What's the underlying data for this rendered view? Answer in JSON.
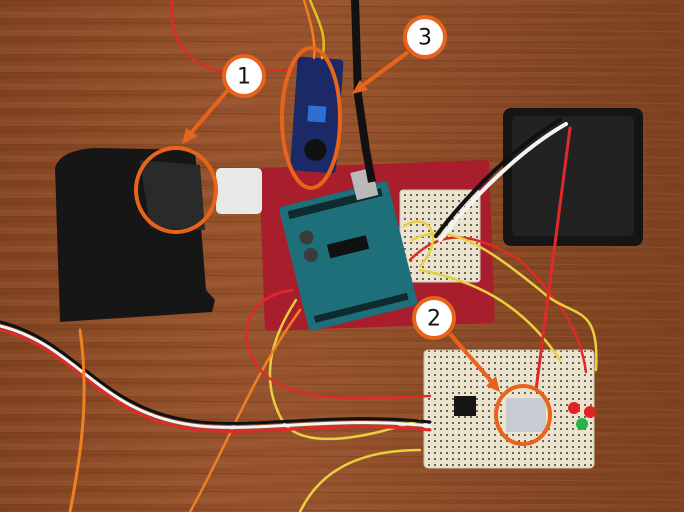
{
  "annotations": [
    {
      "label": "1"
    },
    {
      "label": "2"
    },
    {
      "label": "3"
    }
  ],
  "colors": {
    "annotation": "#e8641c",
    "wood": "#8a4a22",
    "arduino": "#1d6f7a",
    "breadboard": "#e9dfcb",
    "red_board": "#b0202a",
    "enclosure": "#1c1c1c"
  }
}
